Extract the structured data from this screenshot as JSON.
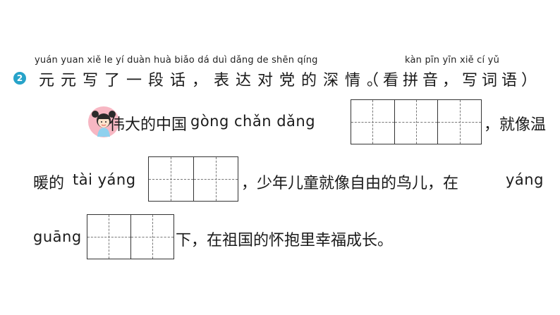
{
  "question": {
    "number": "2",
    "pinyin_annotations": "yuán yuan xiě  le   yí  duàn huà   biǎo dá  duì dǎng  de  shēn qíng",
    "pinyin_annotations_right": "kàn pīn  yīn     xiě  cí   yǔ",
    "instruction": "元元写了一段话，表达对党的深情。",
    "instruction_paren": "（看拼音，写词语）"
  },
  "passage": {
    "line1_prefix": "伟大的中国",
    "line1_pinyin": "gòng chǎn dǎng",
    "line1_suffix": "，就像温",
    "line2_prefix": "暖的",
    "line2_pinyin": "tài yáng",
    "line2_suffix": "，少年儿童就像自由的鸟儿，在",
    "line2_pinyin_end": "yáng",
    "line3_pinyin": "guāng",
    "line3_suffix": "下，在祖国的怀抱里幸福成长。"
  },
  "answer_boxes": {
    "box1_cells": 3,
    "box2_cells": 2,
    "box3_cells": 2
  },
  "colors": {
    "badge": "#27a3c9",
    "avatar_bg": "#f7b7c3"
  }
}
